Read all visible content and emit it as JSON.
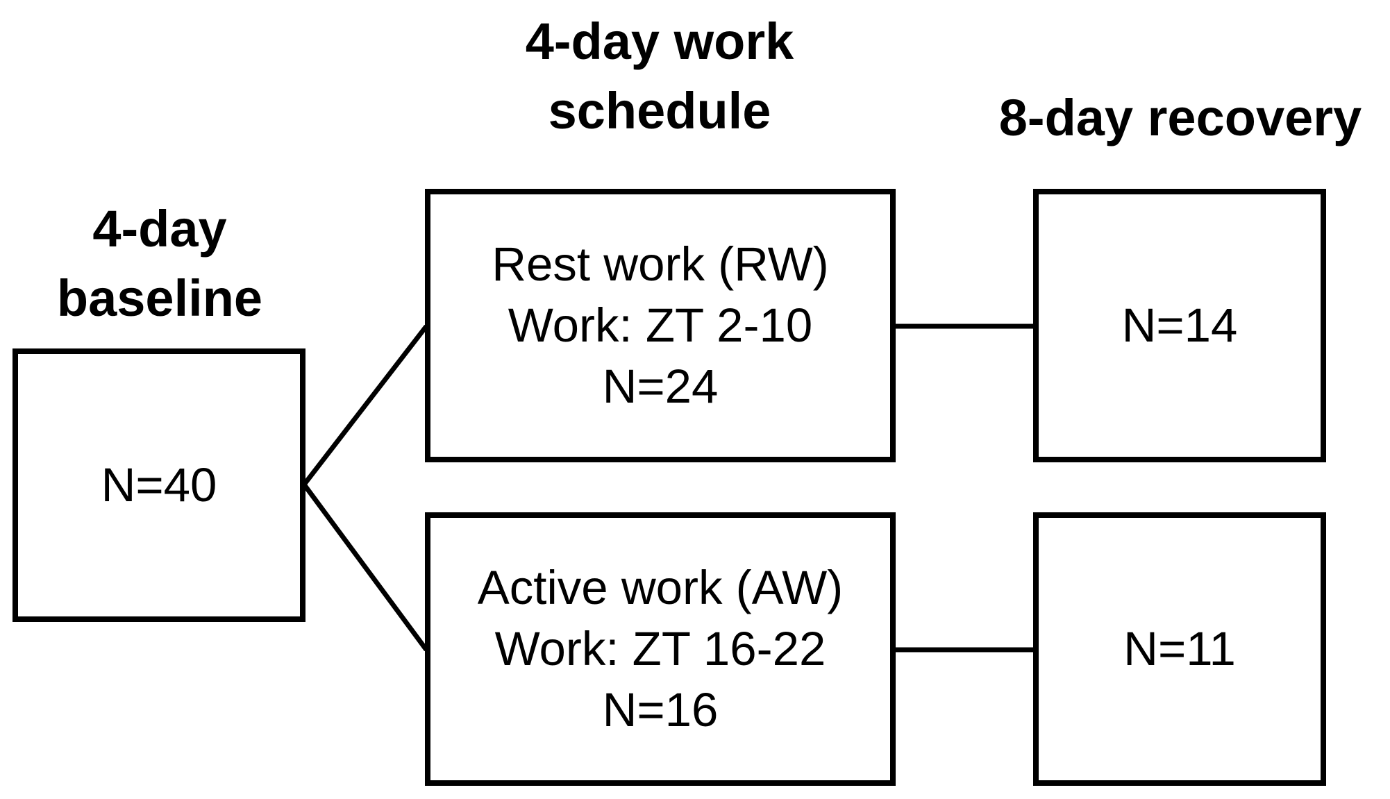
{
  "stages": {
    "baseline": {
      "title_line1": "4-day",
      "title_line2": "baseline"
    },
    "work_schedule": {
      "title_line1": "4-day work",
      "title_line2": "schedule"
    },
    "recovery": {
      "title": "8-day recovery"
    }
  },
  "boxes": {
    "baseline": {
      "n": "N=40"
    },
    "rest_work": {
      "label": "Rest work (RW)",
      "schedule": "Work: ZT 2-10",
      "n": "N=24"
    },
    "active_work": {
      "label": "Active work (AW)",
      "schedule": "Work: ZT 16-22",
      "n": "N=16"
    },
    "rest_recovery": {
      "n": "N=14"
    },
    "active_recovery": {
      "n": "N=11"
    }
  },
  "colors": {
    "line": "#000000",
    "background": "#ffffff"
  }
}
